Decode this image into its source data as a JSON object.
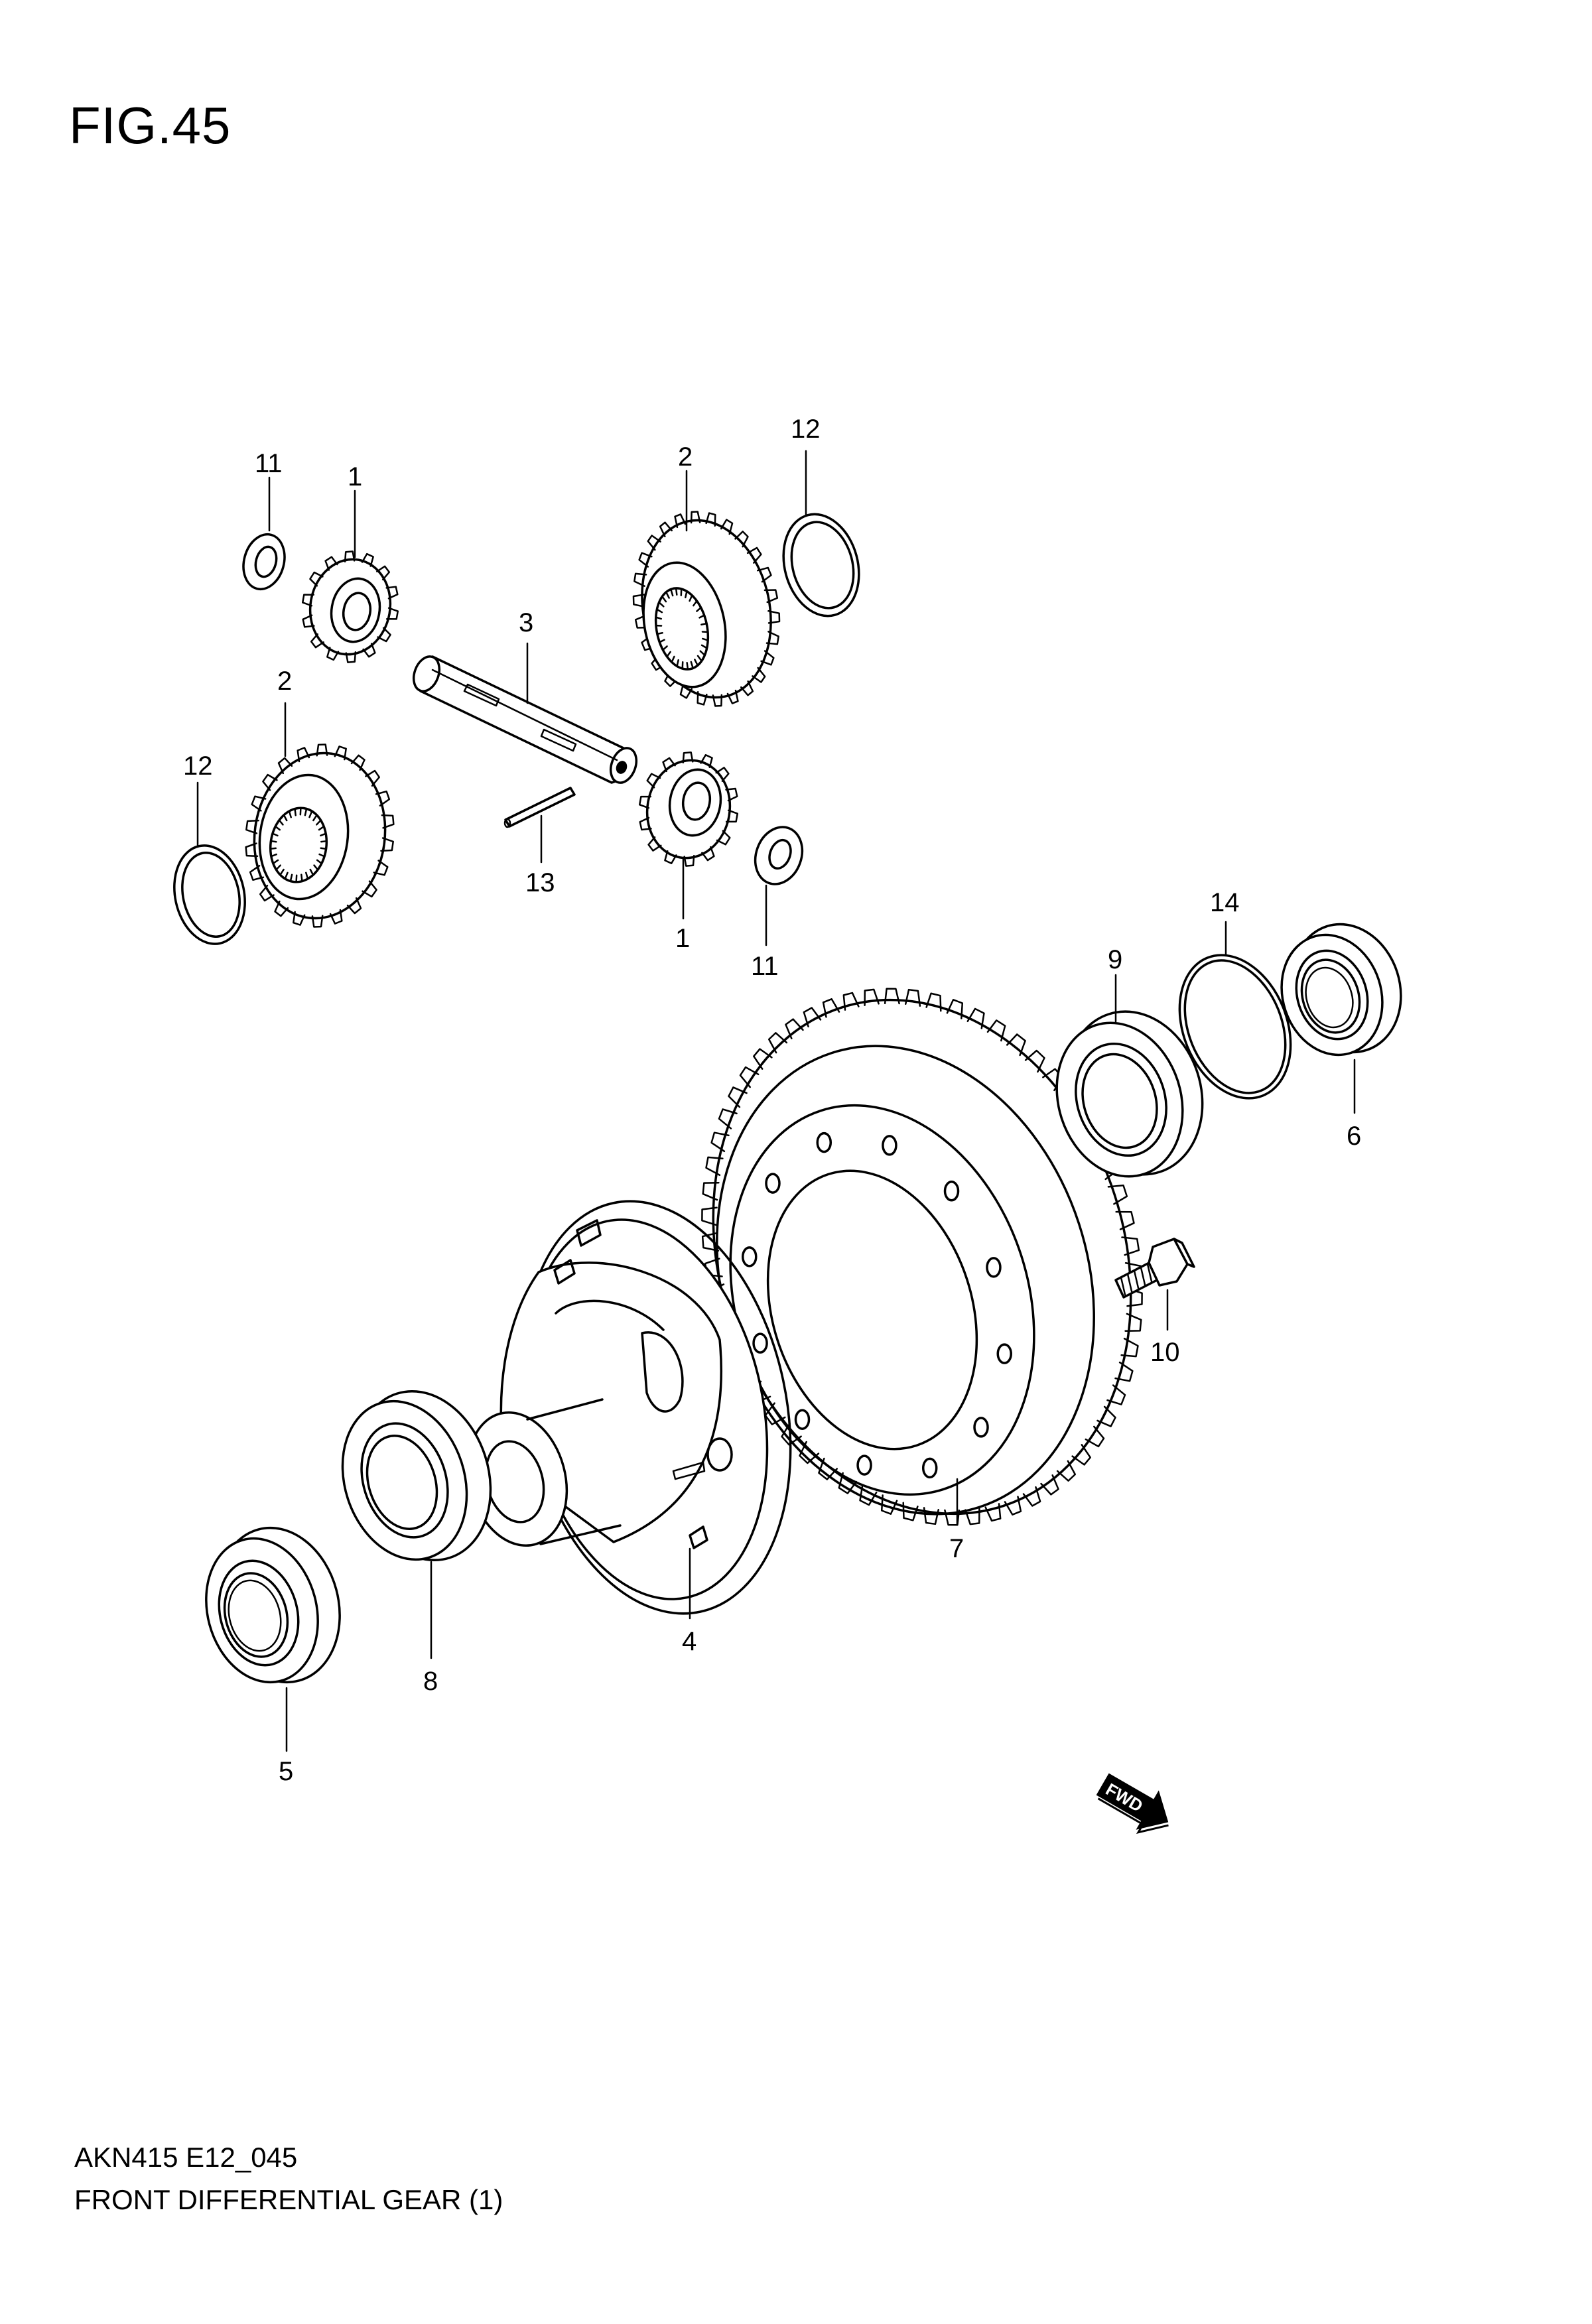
{
  "figure": {
    "title": "FIG.45",
    "code": "AKN415 E12_045",
    "caption": "FRONT DIFFERENTIAL GEAR (1)"
  },
  "callouts": [
    {
      "id": "c11a",
      "label": "11"
    },
    {
      "id": "c1a",
      "label": "1"
    },
    {
      "id": "c2a",
      "label": "2"
    },
    {
      "id": "c12a",
      "label": "12"
    },
    {
      "id": "c3",
      "label": "3"
    },
    {
      "id": "c2b",
      "label": "2"
    },
    {
      "id": "c12b",
      "label": "12"
    },
    {
      "id": "c13",
      "label": "13"
    },
    {
      "id": "c1b",
      "label": "1"
    },
    {
      "id": "c11b",
      "label": "11"
    },
    {
      "id": "c14",
      "label": "14"
    },
    {
      "id": "c9",
      "label": "9"
    },
    {
      "id": "c6",
      "label": "6"
    },
    {
      "id": "c10",
      "label": "10"
    },
    {
      "id": "c7",
      "label": "7"
    },
    {
      "id": "c4",
      "label": "4"
    },
    {
      "id": "c8",
      "label": "8"
    },
    {
      "id": "c5",
      "label": "5"
    }
  ],
  "direction_arrow": {
    "label": "FWD",
    "icon": "fwd-arrow-icon"
  }
}
